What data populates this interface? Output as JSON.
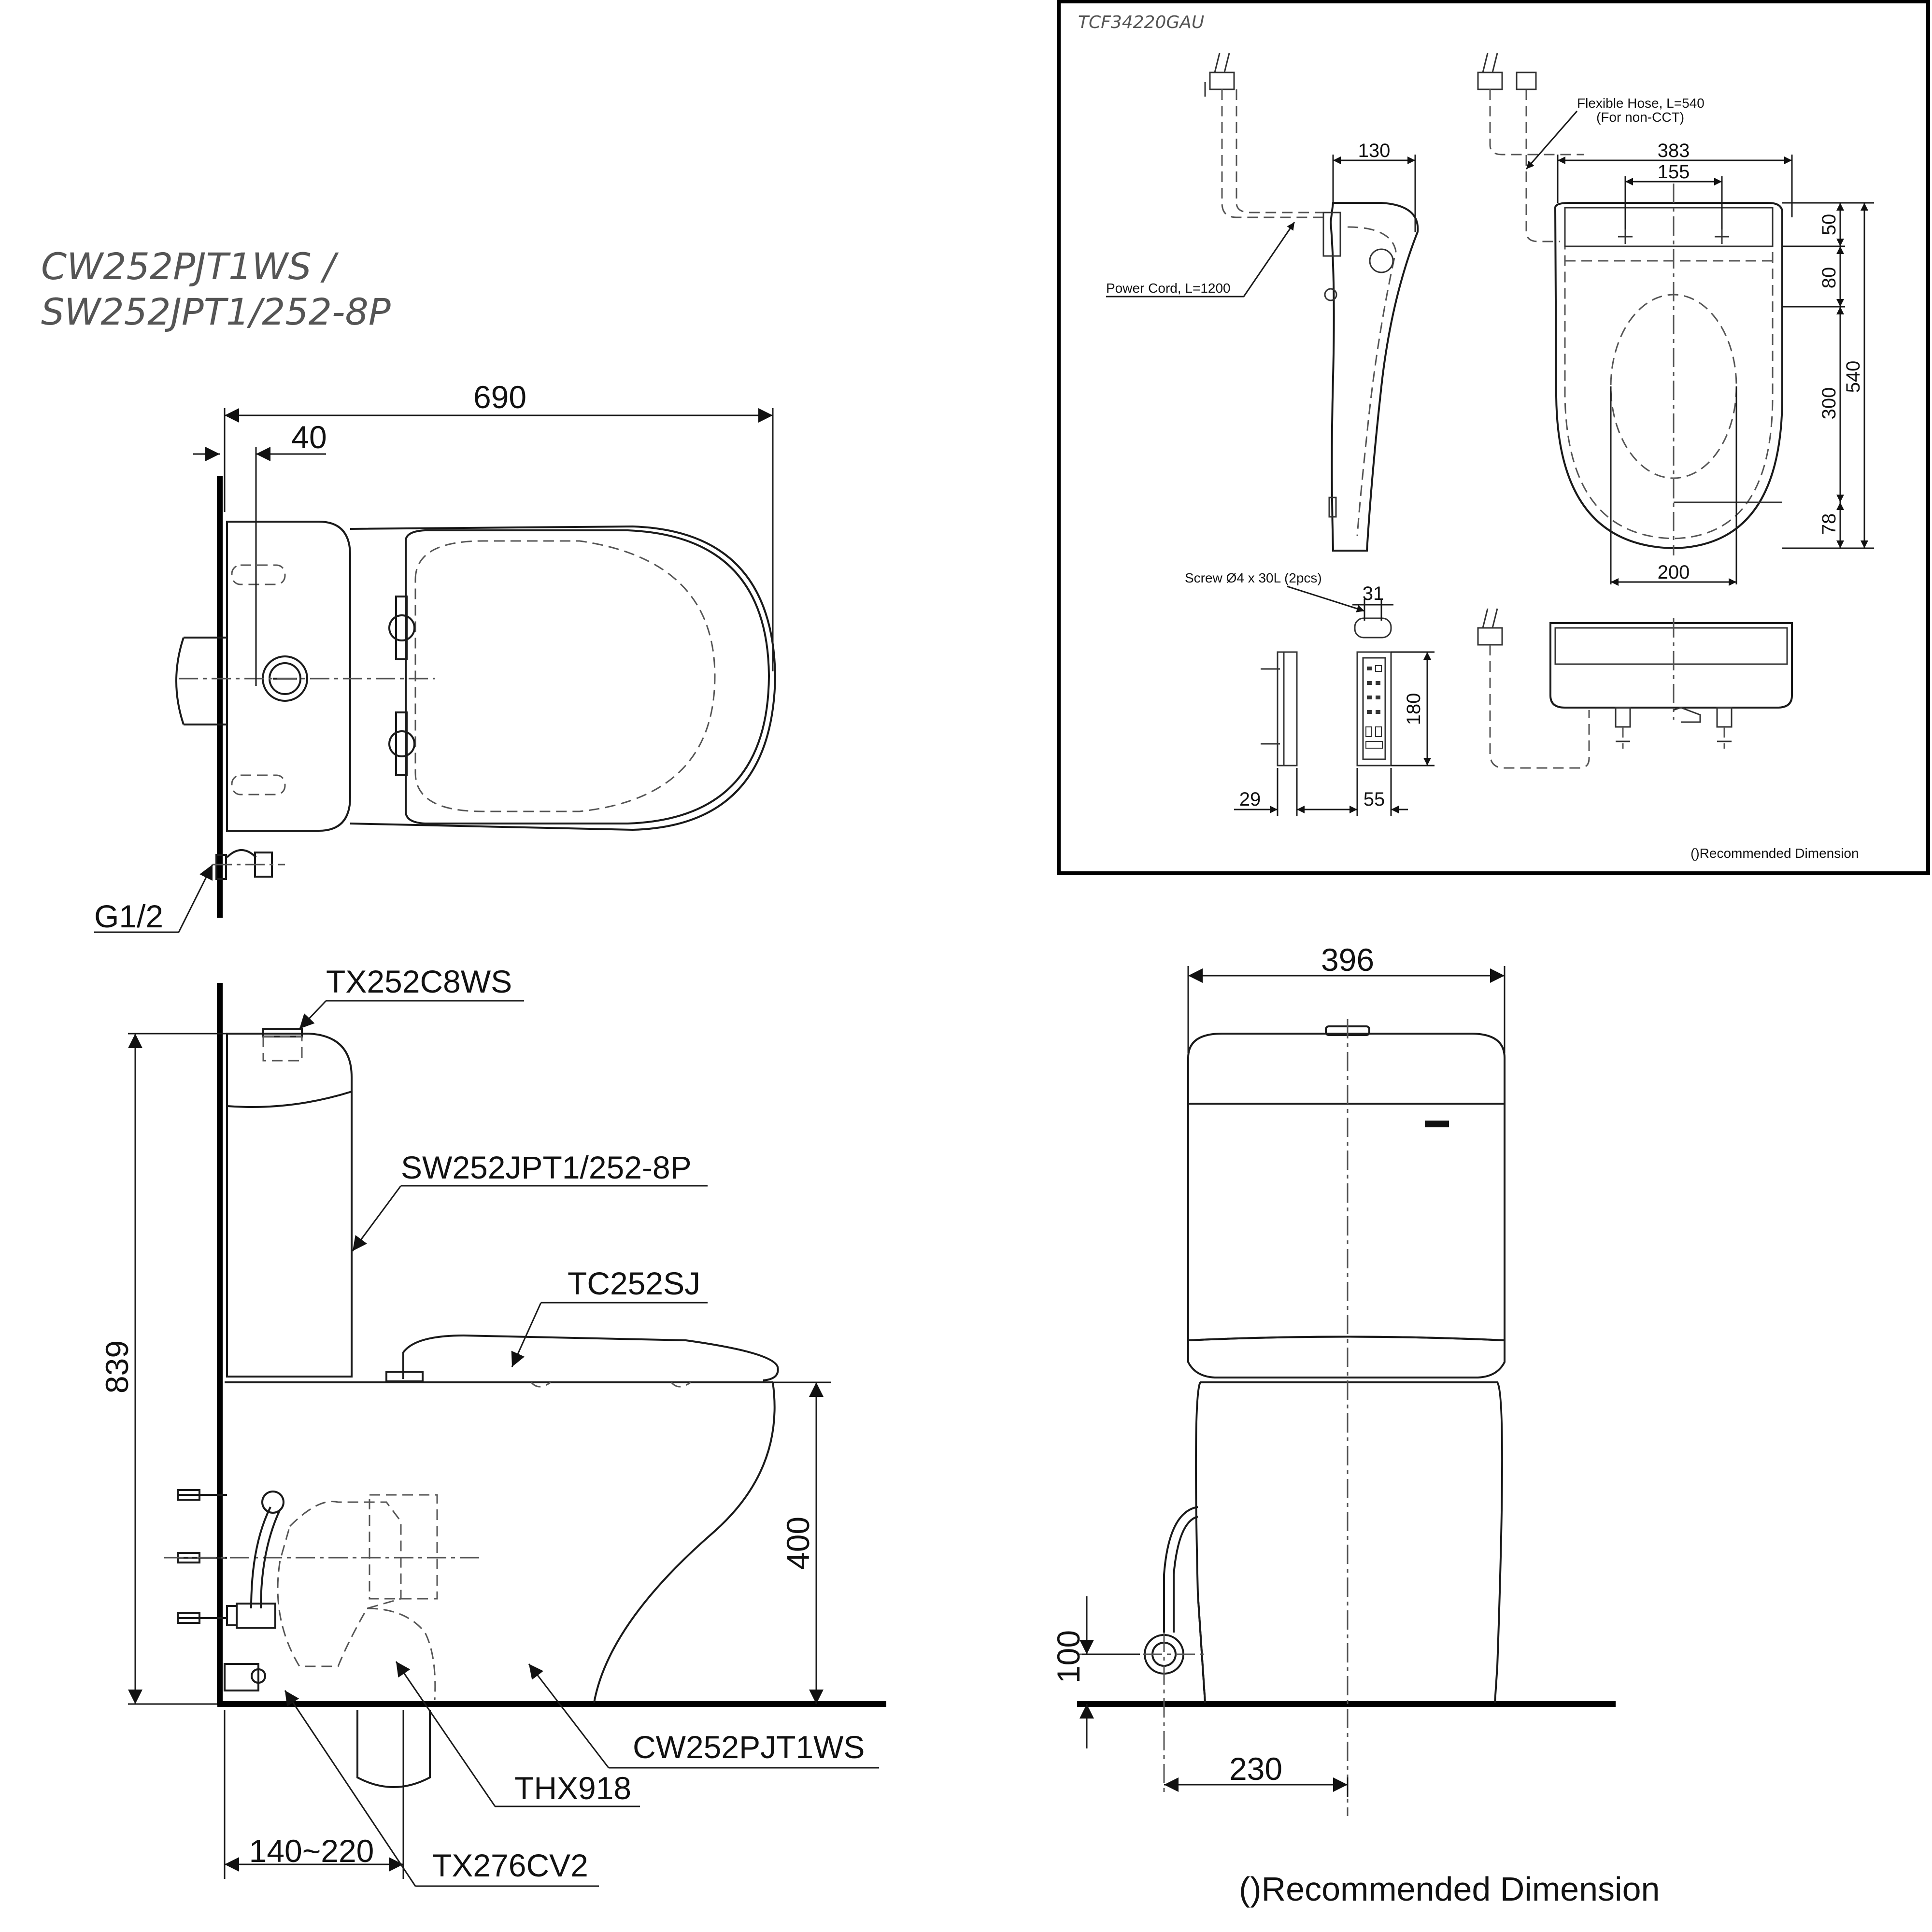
{
  "main_title": {
    "line1": "CW252PJT1WS /",
    "line2": "SW252JPT1/252-8P"
  },
  "inset": {
    "model": "TCF34220GAU",
    "power_cord": "Power Cord, L=1200",
    "flexible_hose_line1": "Flexible Hose, L=540",
    "flexible_hose_line2": "(For non-CCT)",
    "screw": "Screw Ø4 x 30L (2pcs)",
    "dims": {
      "d130": "130",
      "d383": "383",
      "d155": "155",
      "d50": "50",
      "d80": "80",
      "d540": "540",
      "d300": "300",
      "d78": "78",
      "d200": "200",
      "d31": "31",
      "d180": "180",
      "d29": "29",
      "d55": "55"
    },
    "note": "()Recommended Dimension"
  },
  "top_view": {
    "d690": "690",
    "d40": "40",
    "g12": "G1/2"
  },
  "side_view": {
    "cover": "TX252C8WS",
    "tank": "SW252JPT1/252-8P",
    "seat": "TC252SJ",
    "bowl": "CW252PJT1WS",
    "flange": "THX918",
    "valve": "TX276CV2",
    "d839": "839",
    "d400": "400",
    "d140_220": "140~220"
  },
  "front_view": {
    "d396": "396",
    "d100": "100",
    "d230": "230"
  },
  "footer_note": "()Recommended Dimension"
}
